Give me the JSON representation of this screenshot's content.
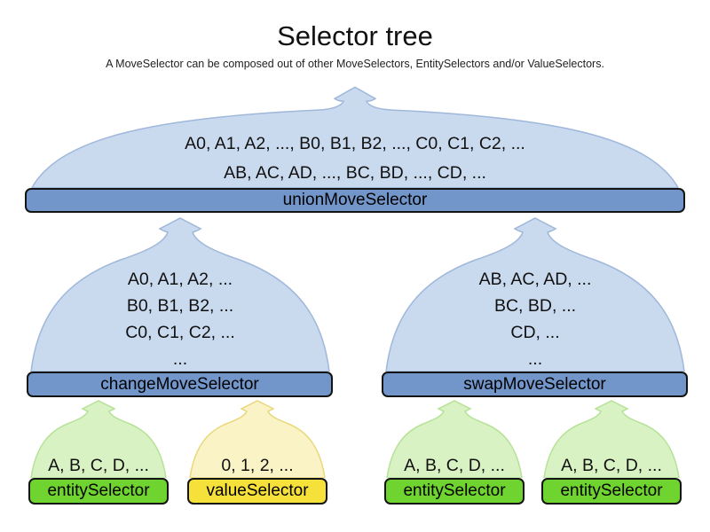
{
  "header": {
    "title": "Selector tree",
    "subtitle": "A MoveSelector can be composed out of other MoveSelectors, EntitySelectors and/or ValueSelectors."
  },
  "tree": {
    "union": {
      "label": "unionMoveSelector",
      "set_lines": [
        "A0, A1, A2, ..., B0, B1, B2, ..., C0, C1, C2, ...",
        "AB, AC, AD, ..., BC, BD, ..., CD, ..."
      ]
    },
    "change": {
      "label": "changeMoveSelector",
      "set_lines": [
        "A0, A1, A2, ...",
        "B0, B1, B2, ...",
        "C0, C1, C2, ...",
        "..."
      ]
    },
    "swap": {
      "label": "swapMoveSelector",
      "set_lines": [
        "AB, AC, AD, ...",
        "BC, BD, ...",
        "CD, ...",
        "..."
      ]
    },
    "entity_left": {
      "label": "entitySelector",
      "set_lines": [
        "A, B, C, D, ..."
      ]
    },
    "value_left": {
      "label": "valueSelector",
      "set_lines": [
        "0, 1, 2, ..."
      ]
    },
    "entity_mid": {
      "label": "entitySelector",
      "set_lines": [
        "A, B, C, D, ..."
      ]
    },
    "entity_right": {
      "label": "entitySelector",
      "set_lines": [
        "A, B, C, D, ..."
      ]
    }
  },
  "colors": {
    "cloud_blue_fill": "#c9d9ee",
    "cloud_blue_border": "#9fb8da",
    "bar_blue": "#7296c9",
    "cloud_green_fill": "#d9f2c4",
    "cloud_green_border": "#b6e297",
    "bar_green": "#6fd42f",
    "cloud_yellow_fill": "#faf3c6",
    "cloud_yellow_border": "#e9d77c",
    "bar_yellow": "#f6e13b",
    "bar_border": "#141414",
    "text": "#111111"
  }
}
